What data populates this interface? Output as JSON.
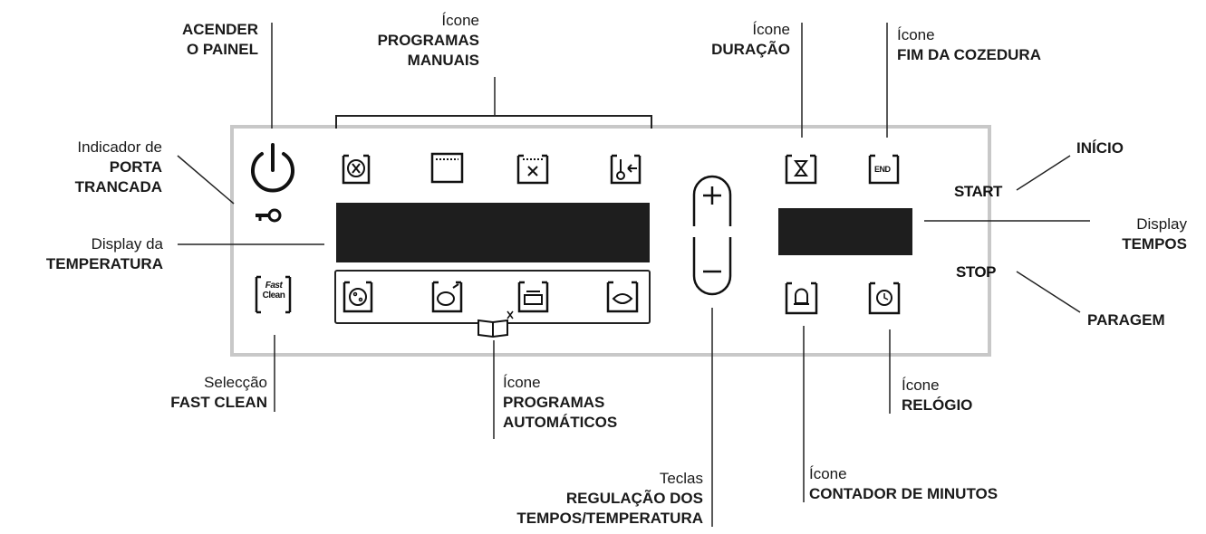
{
  "panel": {
    "start_label": "START",
    "stop_label": "STOP",
    "fast_clean_icon": [
      "Fast",
      "Clean"
    ],
    "end_icon_text": "END"
  },
  "callouts": {
    "power": {
      "bold": [
        "ACENDER",
        "O PAINEL"
      ]
    },
    "manual_programs": {
      "normal": "Ícone",
      "bold": [
        "PROGRAMAS",
        "MANUAIS"
      ]
    },
    "door_lock": {
      "normal": "Indicador de",
      "bold": [
        "PORTA",
        "TRANCADA"
      ]
    },
    "temperature_display": {
      "normal": "Display da",
      "bold": [
        "TEMPERATURA"
      ]
    },
    "fast_clean": {
      "normal": "Selecção",
      "bold": [
        "FAST CLEAN"
      ]
    },
    "auto_programs": {
      "normal": "Ícone",
      "bold": [
        "PROGRAMAS",
        "AUTOMÁTICOS"
      ]
    },
    "adjust_keys": {
      "normal": "Teclas",
      "bold": [
        "REGULAÇÃO DOS",
        "TEMPOS/TEMPERATURA"
      ]
    },
    "duration": {
      "normal": "Ícone",
      "bold": [
        "DURAÇÃO"
      ]
    },
    "end_cooking": {
      "normal": "Ícone",
      "bold": [
        "FIM DA COZEDURA"
      ]
    },
    "start": {
      "bold": [
        "INÍCIO"
      ]
    },
    "times_display": {
      "normal": "Display",
      "bold": [
        "TEMPOS"
      ]
    },
    "stop": {
      "bold": [
        "PARAGEM"
      ]
    },
    "clock": {
      "normal": "Ícone",
      "bold": [
        "RELÓGIO"
      ]
    },
    "minute_timer": {
      "normal": "Ícone",
      "bold": [
        "CONTADOR DE MINUTOS"
      ]
    }
  },
  "colors": {
    "panel_border": "#c8c8c8",
    "display": "#1e1e1e",
    "line": "#222222"
  }
}
